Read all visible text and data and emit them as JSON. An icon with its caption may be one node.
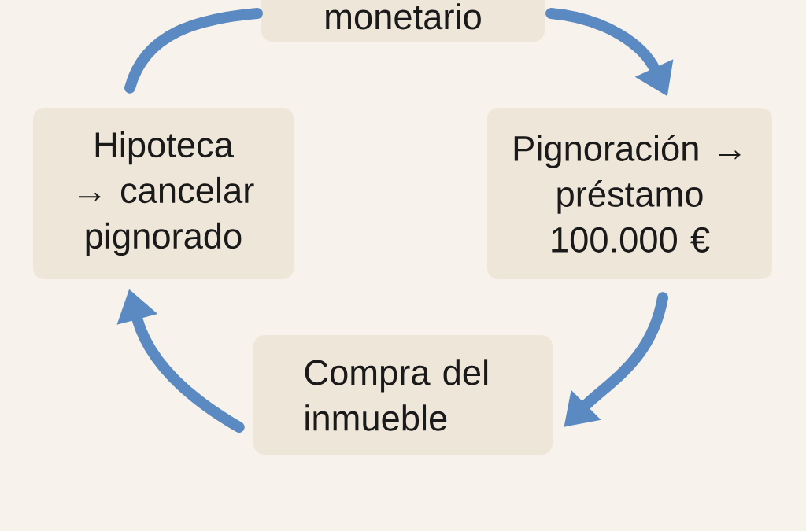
{
  "diagram": {
    "nodes": [
      {
        "text": [
          "monetario"
        ]
      },
      {
        "text": [
          "Hipoteca → cancelar pignorado"
        ]
      },
      {
        "text": [
          "Pignoración → préstamo 100.000 €"
        ]
      },
      {
        "text": [
          "Compra del inmueble"
        ]
      }
    ],
    "edges": [
      {
        "from": 0,
        "to": 2,
        "arrow": "to"
      },
      {
        "from": 2,
        "to": 3,
        "arrow": "to"
      },
      {
        "from": 3,
        "to": 1,
        "arrow": "to"
      },
      {
        "from": 1,
        "to": 0,
        "arrow": "none"
      }
    ]
  }
}
